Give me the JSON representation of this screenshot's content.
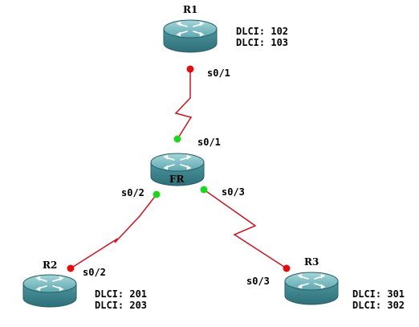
{
  "routers": {
    "r1": {
      "name": "R1",
      "dlci": [
        "DLCI: 102",
        "DLCI: 103"
      ]
    },
    "fr": {
      "name": "FR"
    },
    "r2": {
      "name": "R2",
      "dlci": [
        "DLCI: 201",
        "DLCI: 203"
      ]
    },
    "r3": {
      "name": "R3",
      "dlci": [
        "DLCI: 301",
        "DLCI: 302"
      ]
    }
  },
  "links": {
    "r1_fr": {
      "r1_interface": "s0/1",
      "fr_interface": "s0/1"
    },
    "r2_fr": {
      "r2_interface": "s0/2",
      "fr_interface": "s0/2"
    },
    "r3_fr": {
      "r3_interface": "s0/3",
      "fr_interface": "s0/3"
    }
  },
  "colors": {
    "router_body": "#5ea5ad",
    "router_top": "#7cc0c6",
    "link": "#c8141e",
    "port_down": "#e01010",
    "port_up": "#22d422"
  }
}
